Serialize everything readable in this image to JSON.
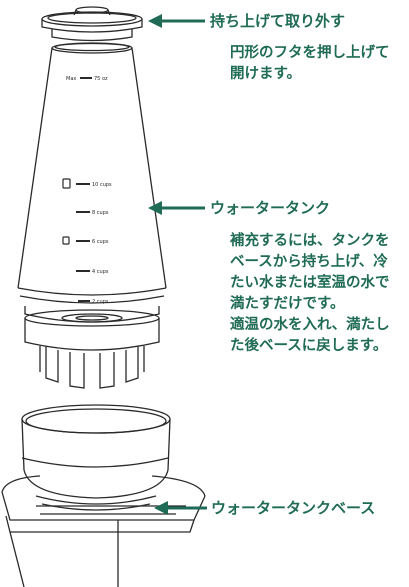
{
  "callouts": {
    "lid": {
      "label": "持ち上げて取り外す",
      "description": [
        "円形のフタを押し上げて",
        "開けます。"
      ]
    },
    "tank": {
      "label": "ウォータータンク",
      "description": [
        "補充するには、タンクを",
        "ベースから持ち上げ、冷",
        "たい水または室温の水で",
        "満たすだけです。",
        "適温の水を入れ、満たし",
        "た後ベースに戻します。"
      ]
    },
    "base": {
      "label": "ウォータータンクベース"
    }
  },
  "tank_markings": {
    "max": "Max",
    "oz": "75 oz",
    "m10": "10 cups",
    "m8": "8 cups",
    "m6": "6 cups",
    "m4": "4 cups",
    "m2": "2 cups"
  },
  "colors": {
    "accent": "#1f6b55",
    "line": "#2a2a2a"
  }
}
